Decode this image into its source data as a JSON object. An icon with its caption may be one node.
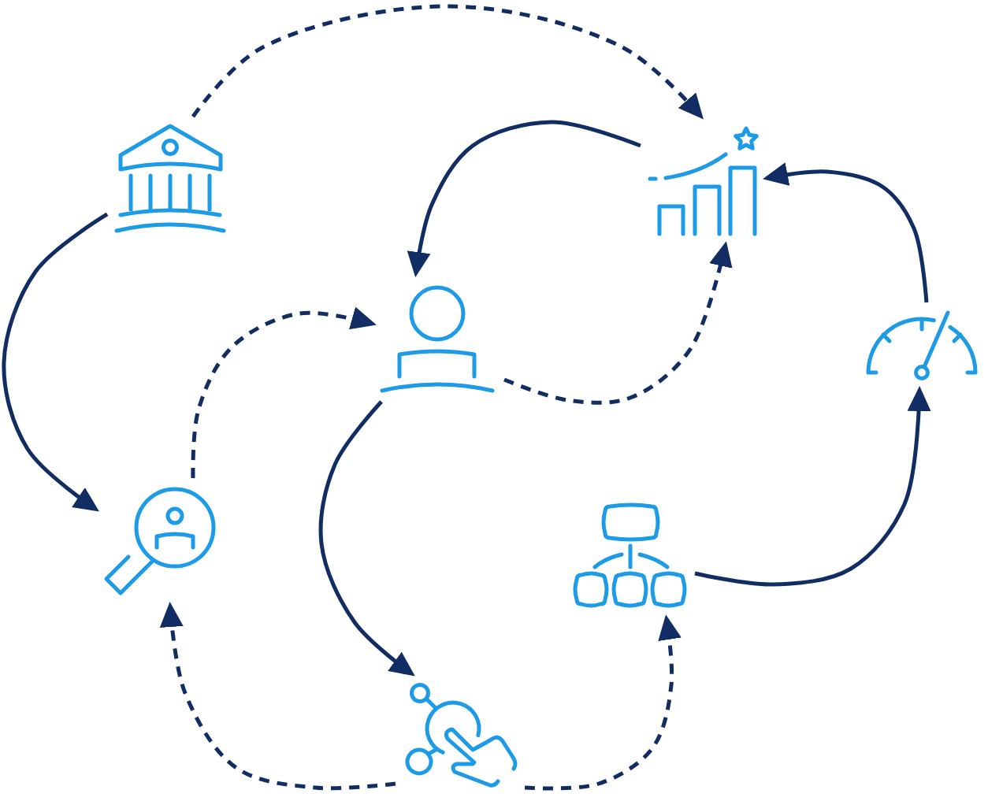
{
  "diagram": {
    "nodes": [
      {
        "text": [],
        "shape": "building"
      },
      {
        "text": [],
        "shape": "chart"
      },
      {
        "text": [],
        "shape": "person"
      },
      {
        "text": [],
        "shape": "gauge"
      },
      {
        "text": [],
        "shape": "magnifier"
      },
      {
        "text": [],
        "shape": "hierarchy"
      },
      {
        "text": [],
        "shape": "hand"
      }
    ],
    "edges": [
      {
        "from": 0,
        "to": 1,
        "arrow": "to",
        "style": "dashed"
      },
      {
        "from": 0,
        "to": 4,
        "arrow": "to"
      },
      {
        "from": 1,
        "to": 2,
        "arrow": "to"
      },
      {
        "from": 3,
        "to": 1,
        "arrow": "to"
      },
      {
        "from": 4,
        "to": 2,
        "arrow": "to",
        "style": "dashed"
      },
      {
        "from": 2,
        "to": 1,
        "arrow": "to",
        "style": "dashed"
      },
      {
        "from": 2,
        "to": 6,
        "arrow": "to"
      },
      {
        "from": 6,
        "to": 4,
        "arrow": "to",
        "style": "dashed"
      },
      {
        "from": 6,
        "to": 5,
        "arrow": "to",
        "style": "dashed"
      },
      {
        "from": 5,
        "to": 3,
        "arrow": "to"
      }
    ]
  }
}
